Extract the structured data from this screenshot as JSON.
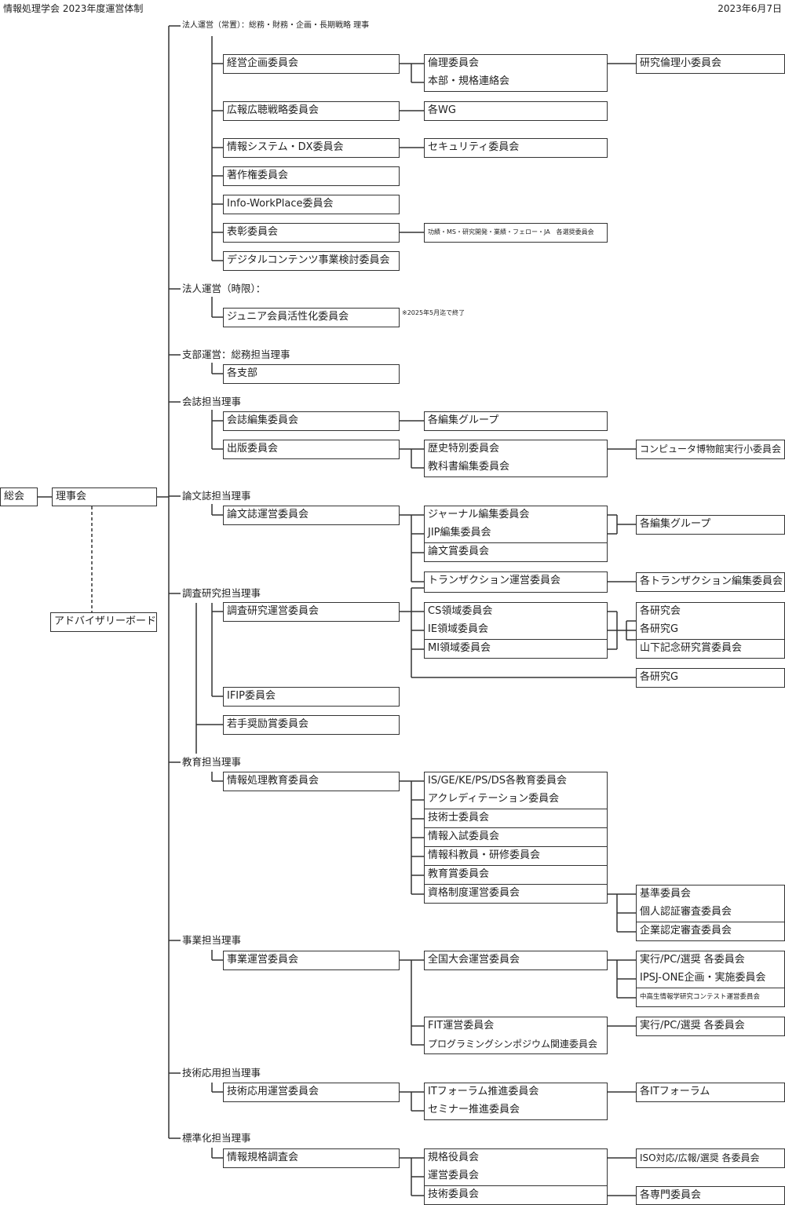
{
  "header": {
    "title": "情報処理学会 2023年度運営体制",
    "date": "2023年6月7日"
  },
  "root": {
    "general_assembly": "総会",
    "board": "理事会",
    "advisory": "アドバイザリーボード"
  },
  "sections": {
    "corp_standing": {
      "label": "法人運営（常置）：総務・財務・企画・長期戦略 理事",
      "committees": {
        "keiei": "経営企画委員会",
        "rinri": "倫理委員会",
        "kenkyu_rinri": "研究倫理小委員会",
        "honbu": "本部・規格連絡会",
        "koho": "広報広聴戦略委員会",
        "wg": "各WG",
        "jouhou_dx": "情報システム・DX委員会",
        "security": "セキュリティ委員会",
        "chosakuken": "著作権委員会",
        "info_wp": "Info-WorkPlace委員会",
        "hyosho": "表彰委員会",
        "hyosho_sub": "功績・MS・研究開発・業績・フェロー・JA　各選奨委員会",
        "digital": "デジタルコンテンツ事業検討委員会"
      }
    },
    "corp_limited": {
      "label": "法人運営（時限）：",
      "committee": "ジュニア会員活性化委員会",
      "note": "※2025年5月迄で終了"
    },
    "branch": {
      "label": "支部運営：総務担当理事",
      "committee": "各支部"
    },
    "magazine": {
      "label": "会誌担当理事",
      "henshu": "会誌編集委員会",
      "henshu_group": "各編集グループ",
      "shuppan": "出版委員会",
      "rekishi": "歴史特別委員会",
      "kyokasho": "教科書編集委員会",
      "museum": "コンピュータ博物館実行小委員会"
    },
    "journal": {
      "label": "論文誌担当理事",
      "unei": "論文誌運営委員会",
      "journal_ed": "ジャーナル編集委員会",
      "jip": "JIP編集委員会",
      "award": "論文賞委員会",
      "edit_groups": "各編集グループ",
      "trans": "トランザクション運営委員会",
      "trans_ed": "各トランザクション編集委員会"
    },
    "research": {
      "label": "調査研究担当理事",
      "unei": "調査研究運営委員会",
      "cs": "CS領域委員会",
      "ie": "IE領域委員会",
      "mi": "MI領域委員会",
      "kenkyukai": "各研究会",
      "kenkyu_g": "各研究G",
      "yamashita": "山下記念研究賞委員会",
      "kenkyu_g2": "各研究G",
      "ifip": "IFIP委員会",
      "wakate": "若手奨励賞委員会"
    },
    "education": {
      "label": "教育担当理事",
      "main": "情報処理教育委員会",
      "items": [
        "IS/GE/KE/PS/DS各教育委員会",
        "アクレディテーション委員会",
        "技術士委員会",
        "情報入試委員会",
        "情報科教員・研修委員会",
        "教育賞委員会",
        "資格制度運営委員会"
      ],
      "cert_items": [
        "基準委員会",
        "個人認証審査委員会",
        "企業認定審査委員会"
      ]
    },
    "business": {
      "label": "事業担当理事",
      "main": "事業運営委員会",
      "zenkoku": "全国大会運営委員会",
      "zenkoku_sub": [
        "実行/PC/選奨 各委員会",
        "IPSJ-ONE企画・実施委員会",
        "中高生情報学研究コンテスト運営委員会"
      ],
      "fit": "FIT運営委員会",
      "fit_sub": "実行/PC/選奨 各委員会",
      "prosym": "プログラミングシンポジウム関連委員会"
    },
    "tech": {
      "label": "技術応用担当理事",
      "main": "技術応用運営委員会",
      "it_forum": "ITフォーラム推進委員会",
      "it_forums": "各ITフォーラム",
      "seminar": "セミナー推進委員会"
    },
    "standard": {
      "label": "標準化担当理事",
      "main": "情報規格調査会",
      "yakuin": "規格役員会",
      "iso": "ISO対応/広報/選奨 各委員会",
      "unei": "運営委員会",
      "gijutsu": "技術委員会",
      "senmon": "各専門委員会"
    }
  }
}
